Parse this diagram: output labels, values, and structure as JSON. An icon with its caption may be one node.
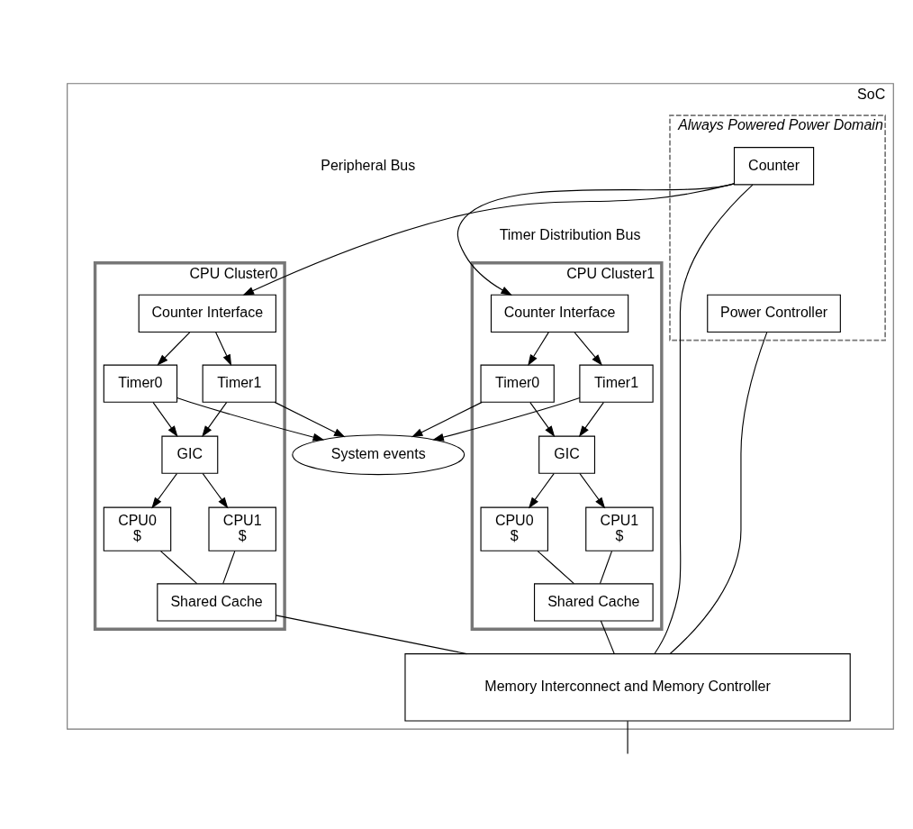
{
  "diagram": {
    "nodes": [
      {
        "text": [
          "SoC"
        ]
      },
      {
        "text": [
          "Always Powered Power Domain"
        ],
        "in": 0
      },
      {
        "text": [
          "Counter"
        ],
        "in": 1
      },
      {
        "text": [
          "Power Controller"
        ],
        "in": 1
      },
      {
        "text": [
          "CPU Cluster1"
        ],
        "in": 0
      },
      {
        "text": [
          "Counter Interface"
        ],
        "in": 4
      },
      {
        "text": [
          "GIC"
        ],
        "in": 4
      },
      {
        "text": [
          "Timer0"
        ],
        "in": 4
      },
      {
        "text": [
          "Timer1"
        ],
        "in": 4
      },
      {
        "text": [
          "CPU0",
          "$"
        ],
        "in": 4
      },
      {
        "text": [
          "CPU1",
          "$"
        ],
        "in": 4
      },
      {
        "text": [
          "Shared Cache"
        ],
        "in": 4
      },
      {
        "text": [
          "System events"
        ],
        "in": 0
      },
      {
        "text": [
          "CPU Cluster0"
        ],
        "in": 0
      },
      {
        "text": [
          "Counter Interface"
        ],
        "in": 13
      },
      {
        "text": [
          "GIC"
        ],
        "in": 13
      },
      {
        "text": [
          "Timer0"
        ],
        "in": 13
      },
      {
        "text": [
          "Timer1"
        ],
        "in": 13
      },
      {
        "text": [
          "CPU0",
          "$"
        ],
        "in": 13
      },
      {
        "text": [
          "CPU1",
          "$"
        ],
        "in": 13
      },
      {
        "text": [
          "Shared Cache"
        ],
        "in": 13
      },
      {
        "text": [
          "Memory Interconnect and Memory Controller"
        ],
        "in": 0
      }
    ],
    "edges": [
      {
        "from": 2,
        "to": 5,
        "arrow": "to"
      },
      {
        "from": 2,
        "to": 14,
        "arrow": "to"
      },
      {
        "from": 5,
        "to": 7,
        "arrow": "to"
      },
      {
        "from": 5,
        "to": 8,
        "arrow": "to"
      },
      {
        "from": 7,
        "to": 6,
        "arrow": "to"
      },
      {
        "from": 8,
        "to": 6,
        "arrow": "to"
      },
      {
        "from": 7,
        "to": 12,
        "arrow": "to"
      },
      {
        "from": 8,
        "to": 12,
        "arrow": "to"
      },
      {
        "from": 6,
        "to": 9,
        "arrow": "to"
      },
      {
        "from": 6,
        "to": 10,
        "arrow": "to"
      },
      {
        "from": 9,
        "to": 11,
        "arrow": "none"
      },
      {
        "from": 10,
        "to": 11,
        "arrow": "none"
      },
      {
        "from": 11,
        "to": 21,
        "arrow": "none"
      },
      {
        "from": 14,
        "to": 16,
        "arrow": "to"
      },
      {
        "from": 14,
        "to": 17,
        "arrow": "to"
      },
      {
        "from": 16,
        "to": 15,
        "arrow": "to"
      },
      {
        "from": 17,
        "to": 15,
        "arrow": "to"
      },
      {
        "from": 16,
        "to": 12,
        "arrow": "to"
      },
      {
        "from": 17,
        "to": 12,
        "arrow": "to"
      },
      {
        "from": 15,
        "to": 18,
        "arrow": "to"
      },
      {
        "from": 15,
        "to": 19,
        "arrow": "to"
      },
      {
        "from": 18,
        "to": 20,
        "arrow": "none"
      },
      {
        "from": 19,
        "to": 20,
        "arrow": "none"
      },
      {
        "from": 20,
        "to": 21,
        "arrow": "none"
      },
      {
        "from": 2,
        "to": 21,
        "arrow": "none"
      },
      {
        "from": 3,
        "to": 21,
        "arrow": "none"
      },
      {
        "from": 21,
        "to": null,
        "arrow": "none"
      }
    ],
    "labels": [
      "Timer Distribution Bus",
      "Peripheral Bus"
    ]
  }
}
